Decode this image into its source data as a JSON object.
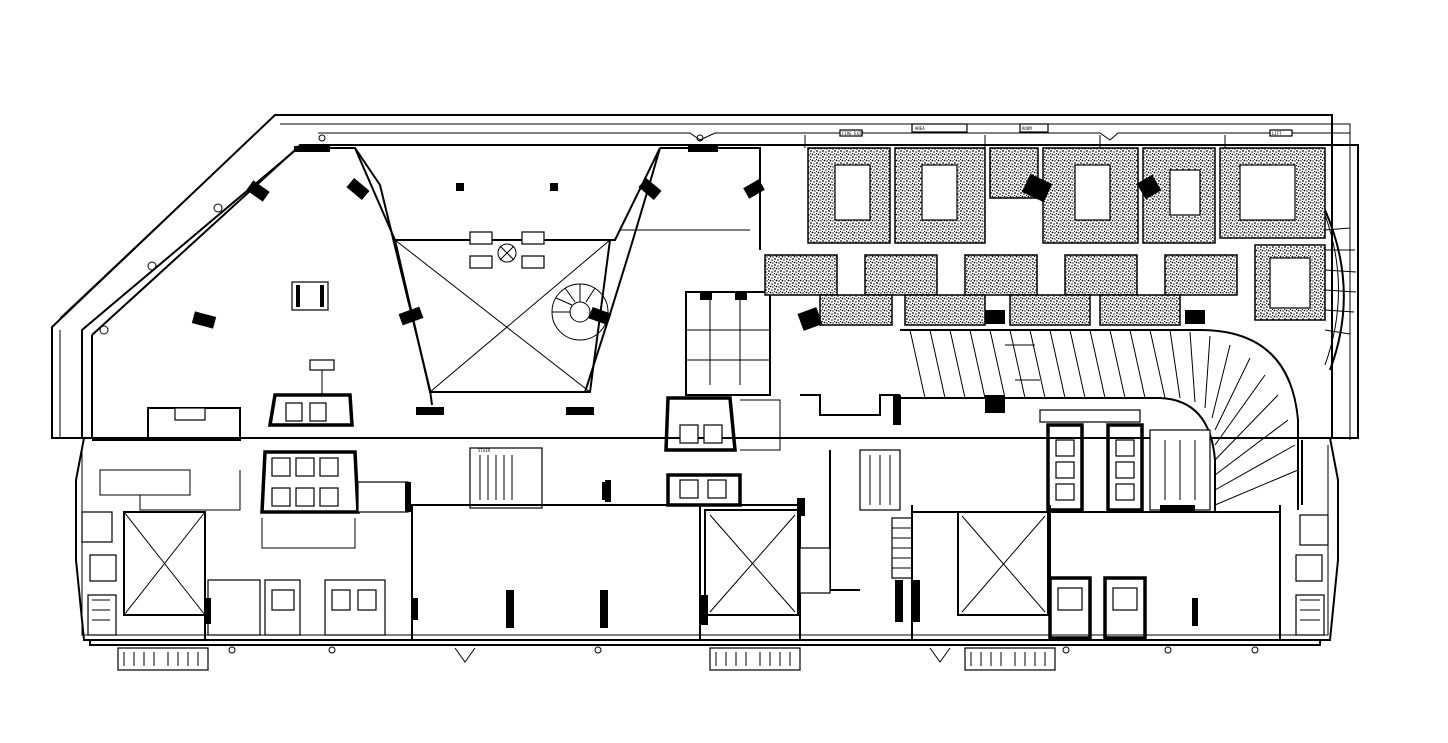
{
  "drawing": {
    "type": "architectural floor plan",
    "line_color": "#000000",
    "background_color": "#ffffff",
    "parking_hatch": "dense speckle pattern",
    "tiny_labels": [
      "AREA",
      "ROOM",
      "FIRE EXIT",
      "LIFT",
      "STAIR"
    ]
  }
}
